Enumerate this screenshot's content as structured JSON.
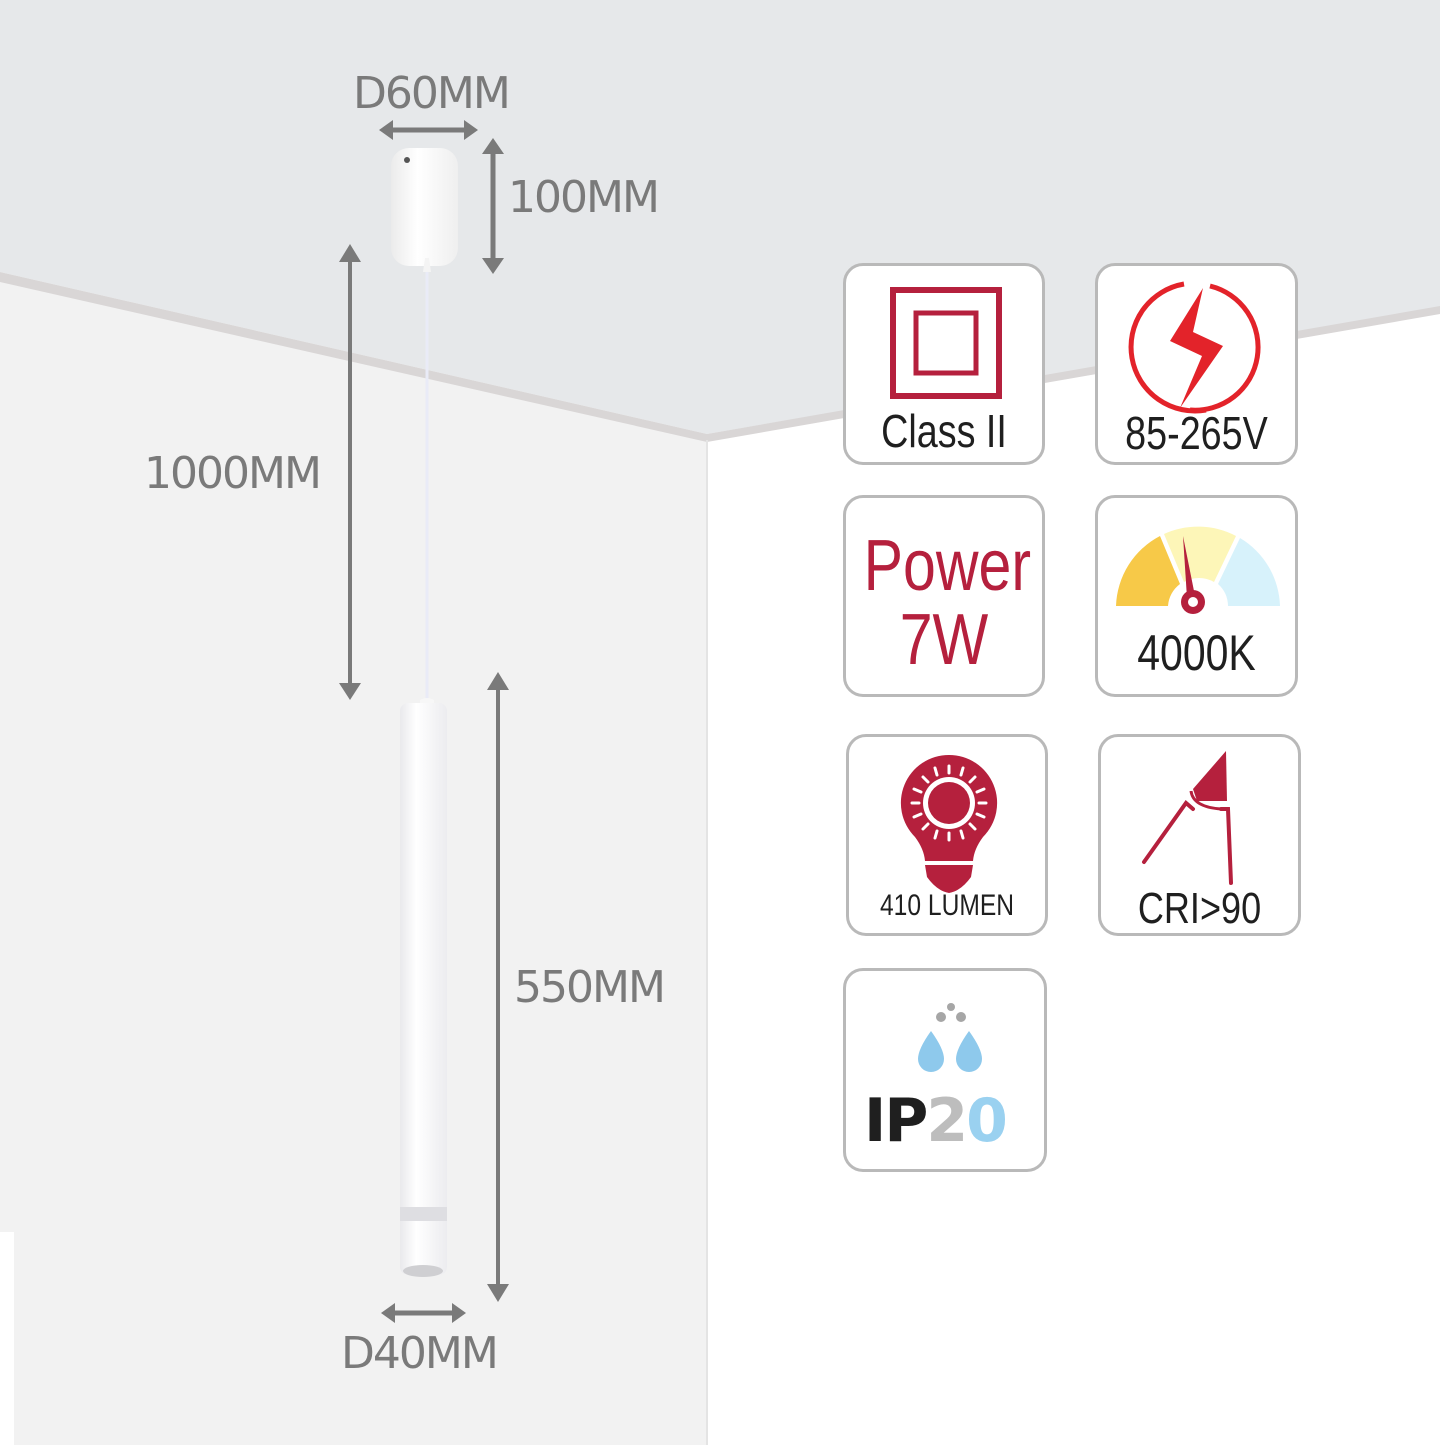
{
  "scene": {
    "colors": {
      "ceiling": "#e6e8ea",
      "ceiling_edge": "#d8d6d6",
      "left_wall": "#f2f2f2",
      "right_wall": "#ffffff",
      "dimension_gray": "#7a7a7a",
      "accent_red": "#b5203d",
      "bright_red": "#e3232a",
      "card_border": "#b9b9b9"
    }
  },
  "dimensions": {
    "canopy_diameter": "D60MM",
    "canopy_height": "100MM",
    "cable_length": "1000MM",
    "body_length": "550MM",
    "body_diameter": "D40MM"
  },
  "features": [
    {
      "id": "class",
      "icon": "double-square-icon",
      "label": "Class II"
    },
    {
      "id": "voltage",
      "icon": "lightning-bolt-icon",
      "label": "85-265V"
    },
    {
      "id": "power",
      "icon": null,
      "title": "Power",
      "label": "7W"
    },
    {
      "id": "color_temp",
      "icon": "gauge-icon",
      "label": "4000K"
    },
    {
      "id": "lumen",
      "icon": "light-bulb-icon",
      "label": "410 LUMEN"
    },
    {
      "id": "cri",
      "icon": "cri-angle-icon",
      "label": "CRI>90"
    },
    {
      "id": "ip",
      "icon": "water-drops-icon",
      "label_main": "IP",
      "label_digit1": "2",
      "label_digit2": "0"
    }
  ]
}
